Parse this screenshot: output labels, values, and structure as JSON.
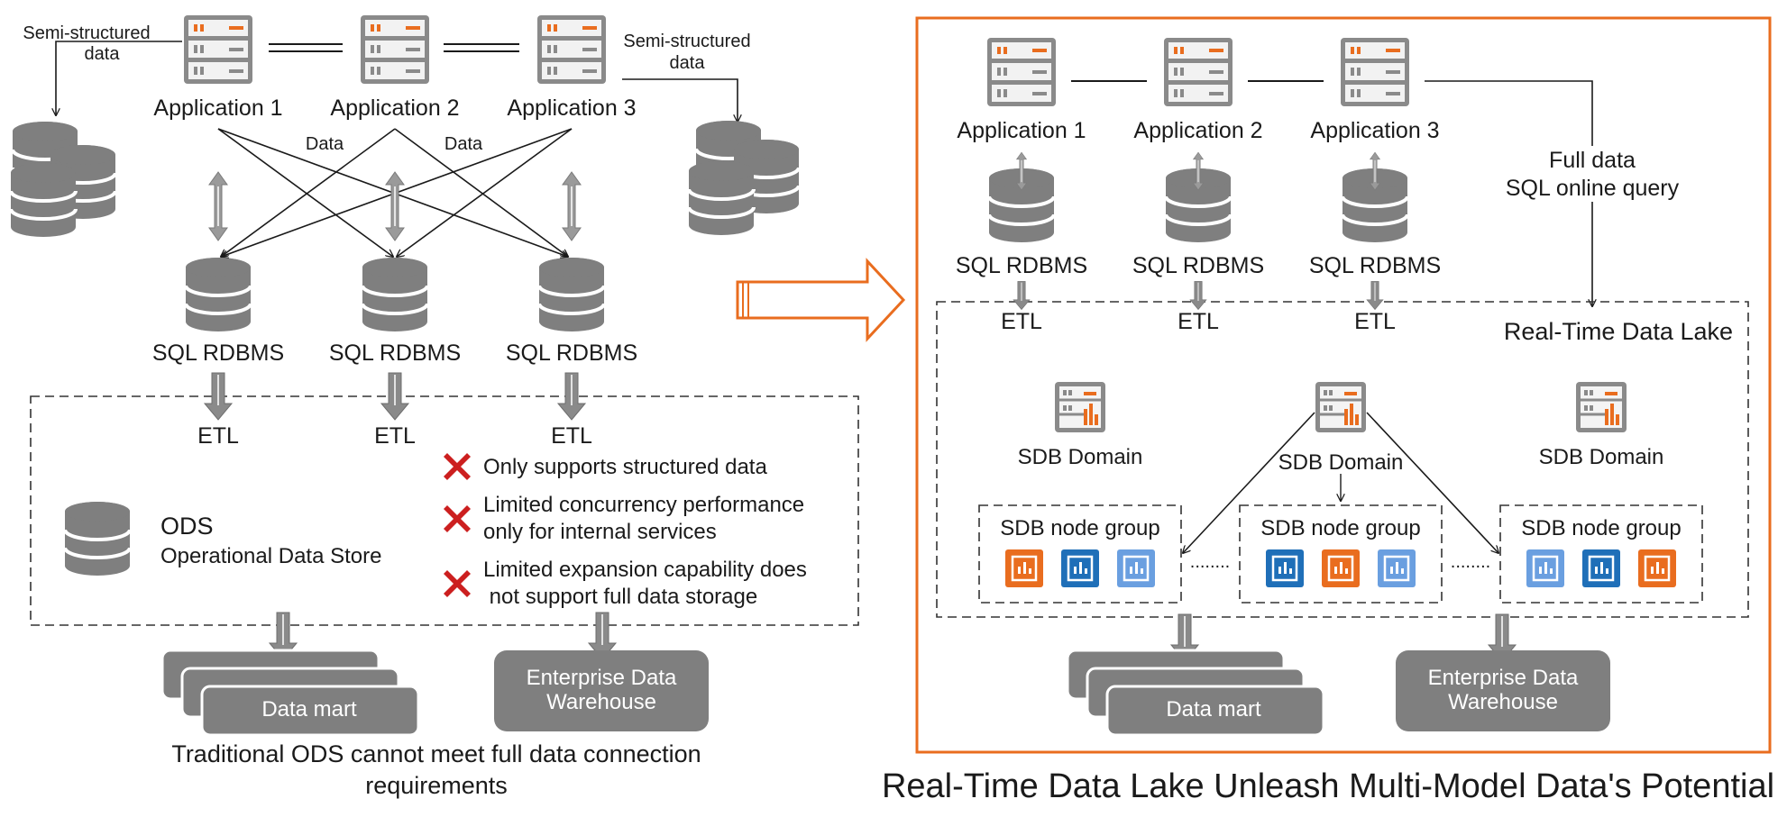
{
  "colors": {
    "accent": "#e96d1f",
    "gray": "#7f7f7f",
    "dark_gray": "#6d6d6d",
    "cross": "#cc1f1f",
    "blue_dark": "#1f6fb8",
    "blue_light": "#6a9fe0",
    "text": "#1a1a1a"
  },
  "left": {
    "apps": [
      "Application 1",
      "Application 2",
      "Application 3"
    ],
    "semi_left": [
      "Semi-structured",
      "data"
    ],
    "semi_right": [
      "Semi-structured",
      "data"
    ],
    "data_label": "Data",
    "rdbms": "SQL RDBMS",
    "etl": "ETL",
    "ods_title": "ODS",
    "ods_sub": "Operational Data Store",
    "limits": [
      [
        "Only supports structured data"
      ],
      [
        "Limited concurrency performance",
        "only for internal services"
      ],
      [
        "Limited expansion capability does",
        " not support full data storage"
      ]
    ],
    "data_mart": "Data mart",
    "edw": [
      "Enterprise Data",
      "Warehouse"
    ],
    "caption": [
      "Traditional ODS cannot meet full data connection",
      "requirements"
    ]
  },
  "right": {
    "apps": [
      "Application 1",
      "Application 2",
      "Application 3"
    ],
    "full_data": [
      "Full data",
      "SQL online query"
    ],
    "rdbms": "SQL RDBMS",
    "etl": "ETL",
    "lake_title": "Real-Time Data Lake",
    "sdb_domain": "SDB Domain",
    "node_group": "SDB node group",
    "ellipsis": "........",
    "data_mart": "Data mart",
    "edw": [
      "Enterprise Data",
      "Warehouse"
    ],
    "caption": "Real-Time Data Lake Unleash Multi-Model Data's Potential"
  },
  "icons": [
    "server-icon",
    "database-icon",
    "double-arrow-icon",
    "down-arrow-icon",
    "cross-icon",
    "hollow-right-arrow-icon",
    "sdb-domain-icon",
    "sdb-node-icon"
  ]
}
